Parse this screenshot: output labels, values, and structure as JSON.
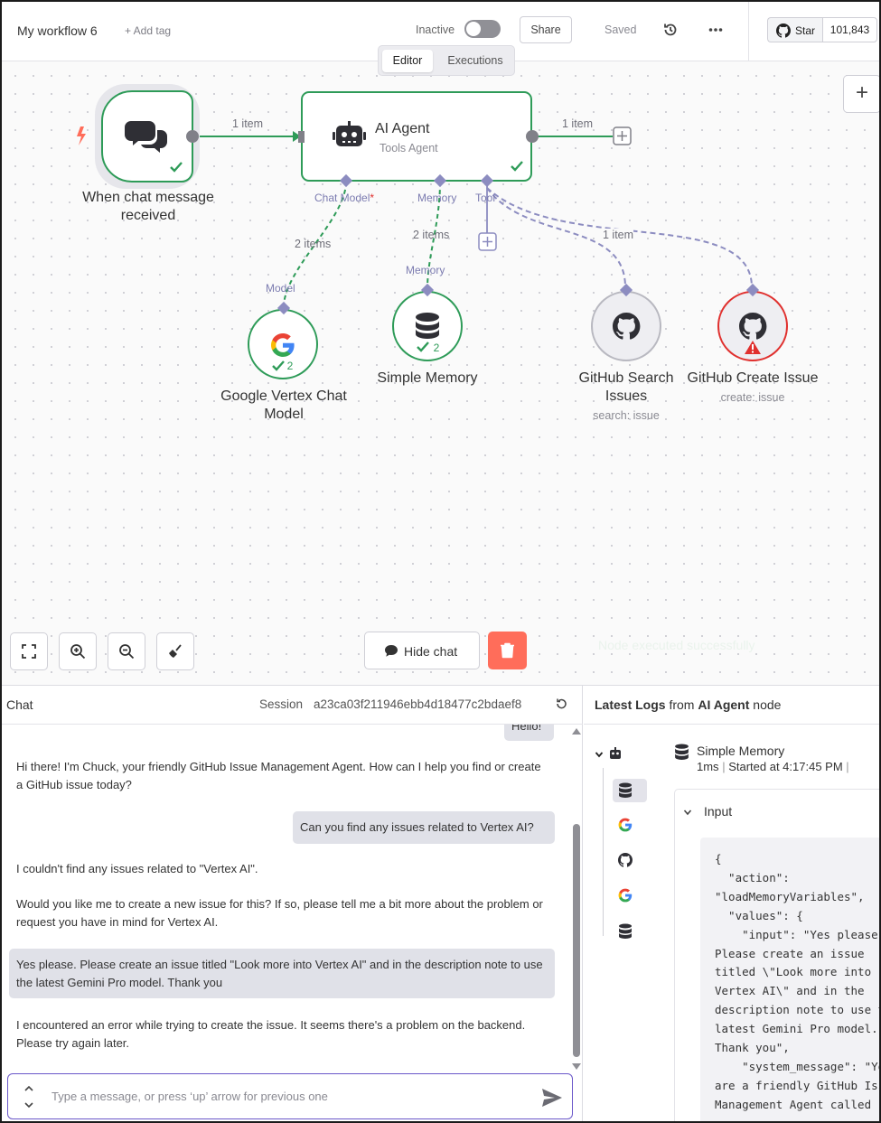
{
  "header": {
    "workflow_name": "My workflow 6",
    "add_tag": "+ Add tag",
    "active_label": "Inactive",
    "active_state": false,
    "share_label": "Share",
    "saved_label": "Saved",
    "github_star_label": "Star",
    "github_star_count": "101,843"
  },
  "mode_tabs": [
    {
      "label": "Editor",
      "active": true
    },
    {
      "label": "Executions",
      "active": false
    }
  ],
  "canvas": {
    "nodes": {
      "trigger": {
        "label": "When chat message received",
        "icon": "chat-bubbles-icon"
      },
      "agent": {
        "title": "AI Agent",
        "subtitle": "Tools Agent",
        "icon": "robot-icon"
      },
      "vertex": {
        "label": "Google Vertex Chat Model",
        "badge_count": "2",
        "icon": "google-icon"
      },
      "memory": {
        "label": "Simple Memory",
        "badge_count": "2",
        "icon": "database-icon"
      },
      "github_search": {
        "label": "GitHub Search Issues",
        "sub": "search: issue",
        "icon": "github-icon"
      },
      "github_create": {
        "label": "GitHub Create Issue",
        "sub": "create: issue",
        "icon": "github-icon",
        "status": "error"
      }
    },
    "edge_labels": {
      "trigger_to_agent": "1 item",
      "agent_out": "1 item",
      "model_link": "2 items",
      "memory_link": "2 items",
      "tool_link": "1 item"
    },
    "port_labels": {
      "chat_model": "Chat Model",
      "chat_model_required": "*",
      "memory": "Memory",
      "tool": "Tool",
      "model_in": "Model",
      "memory_in": "Memory"
    },
    "controls": {
      "hide_chat_label": "Hide chat",
      "toast": "Node executed successfully"
    }
  },
  "chat": {
    "title": "Chat",
    "session_label": "Session",
    "session_id": "a23ca03f211946ebb4d18477c2bdaef8",
    "messages": [
      {
        "role": "user",
        "text": "Hello!"
      },
      {
        "role": "bot",
        "text": "Hi there! I'm Chuck, your friendly GitHub Issue Management Agent. How can I help you find or create a GitHub issue today?"
      },
      {
        "role": "user",
        "text": "Can you find any issues related to Vertex AI?"
      },
      {
        "role": "bot",
        "text": "I couldn't find any issues related to \"Vertex AI\"."
      },
      {
        "role": "bot",
        "text": "Would you like me to create a new issue for this? If so, please tell me a bit more about the problem or request you have in mind for Vertex AI."
      },
      {
        "role": "user",
        "text": "Yes please. Please create an issue titled \"Look more into Vertex AI\" and in the description note to use the latest Gemini Pro model. Thank you"
      },
      {
        "role": "bot",
        "text": "I encountered an error while trying to create the issue. It seems there's a problem on the backend. Please try again later."
      }
    ],
    "input_placeholder": "Type a message, or press ‘up’ arrow for previous one"
  },
  "logs": {
    "title_prefix": "Latest Logs",
    "title_middle": " from ",
    "title_node": "AI Agent",
    "title_suffix": " node",
    "tree_items": [
      {
        "icon": "database-icon",
        "active": true
      },
      {
        "icon": "google-icon",
        "active": false
      },
      {
        "icon": "github-icon",
        "active": false
      },
      {
        "icon": "google-icon",
        "active": false
      },
      {
        "icon": "database-icon",
        "active": false
      }
    ],
    "selected_node": "Simple Memory",
    "duration": "1ms",
    "started": "Started at 4:17:45 PM",
    "meta_separator": "|",
    "input_label": "Input",
    "json_text": "{\n  \"action\":\n\"loadMemoryVariables\",\n  \"values\": {\n    \"input\": \"Yes please.\nPlease create an issue\ntitled \\\"Look more into\nVertex AI\\\" and in the\ndescription note to use the\nlatest Gemini Pro model.\nThank you\",\n    \"system_message\": \"You\nare a friendly GitHub Issue\nManagement Agent called"
  },
  "colors": {
    "accent_red": "#ff6d5a",
    "success_green": "#2e9b58",
    "port_purple": "#8c8cc0",
    "chat_input_border": "#6a57c9"
  }
}
